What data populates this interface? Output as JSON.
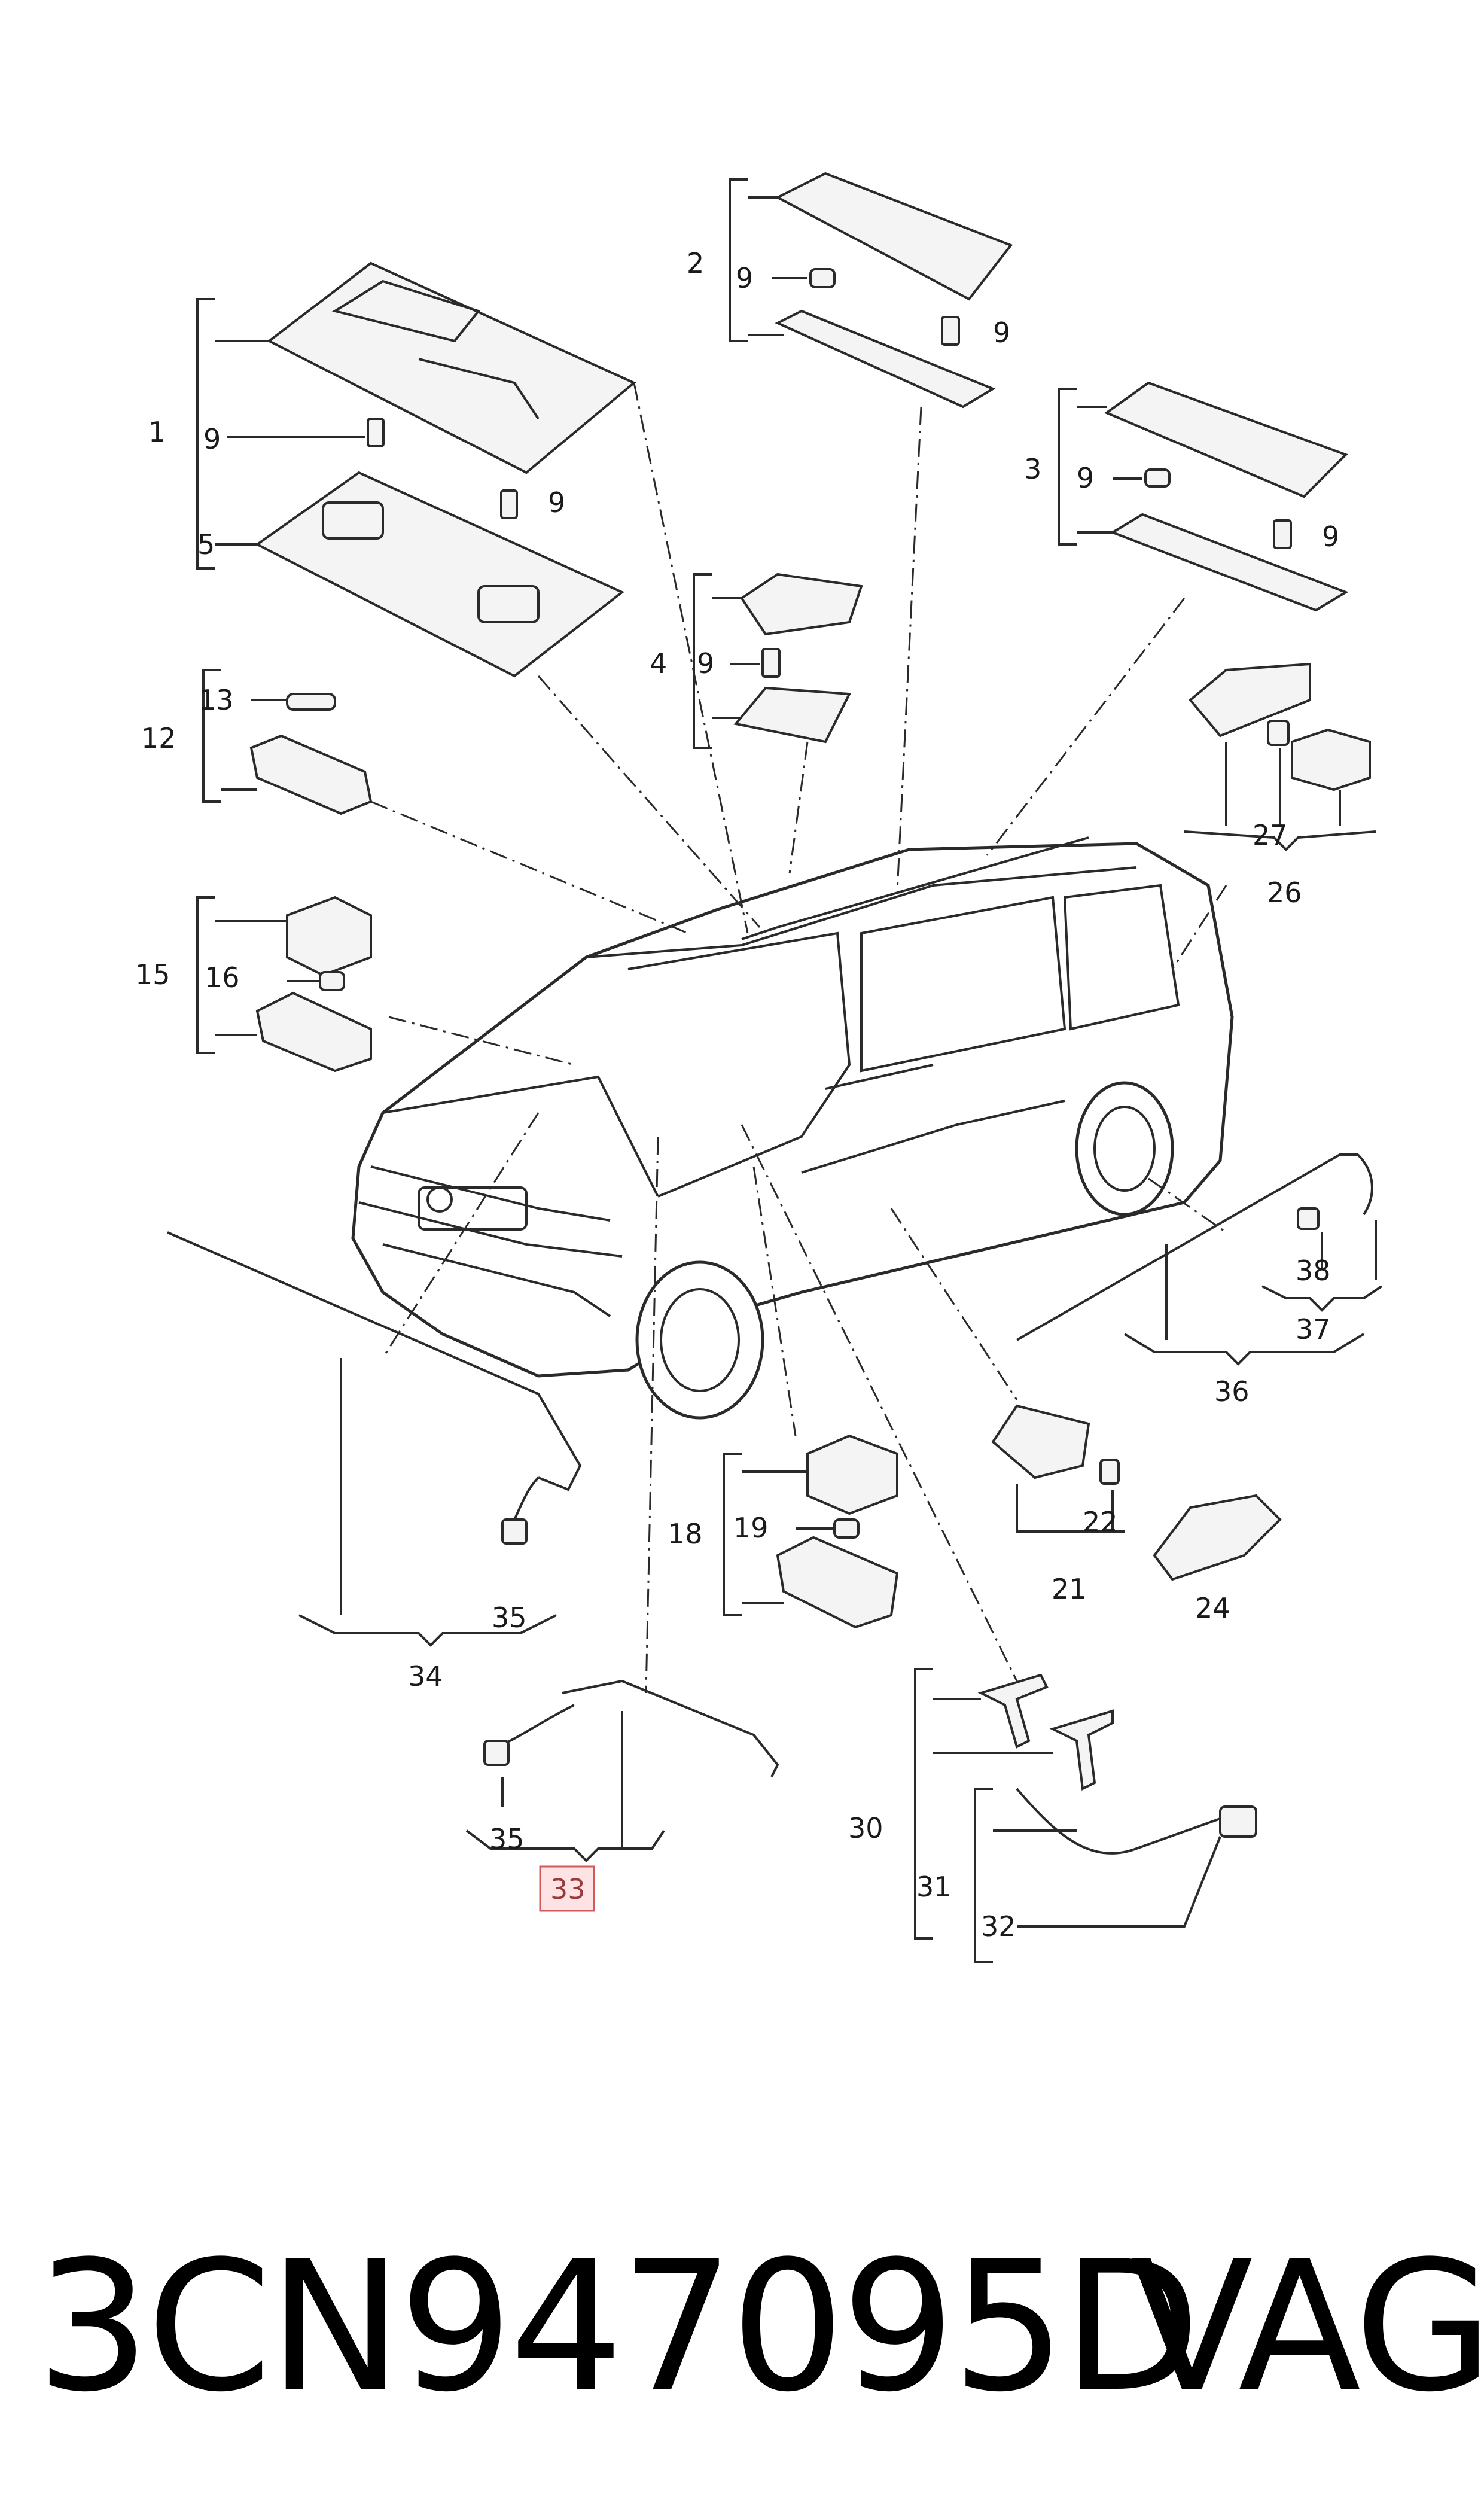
{
  "callouts": {
    "c1": "1",
    "c2": "2",
    "c3": "3",
    "c4": "4",
    "c5": "5",
    "c9a": "9",
    "c9b": "9",
    "c9c": "9",
    "c9d": "9",
    "c9e": "9",
    "c9f": "9",
    "c9g": "9",
    "c12": "12",
    "c13": "13",
    "c15": "15",
    "c16": "16",
    "c18": "18",
    "c19": "19",
    "c21": "21",
    "c22": "22",
    "c24": "24",
    "c26": "26",
    "c27": "27",
    "c30": "30",
    "c31": "31",
    "c32": "32",
    "c33": "33",
    "c34": "34",
    "c35a": "35",
    "c35b": "35",
    "c36": "36",
    "c37": "37",
    "c38": "38"
  },
  "highlighted_callout": "33",
  "footer": {
    "part_number": "3CN947095D",
    "brand": "VAG"
  },
  "colors": {
    "line": "#2a2a2a",
    "highlight_fill": "#fde3e3",
    "highlight_border": "#d35a5a"
  }
}
